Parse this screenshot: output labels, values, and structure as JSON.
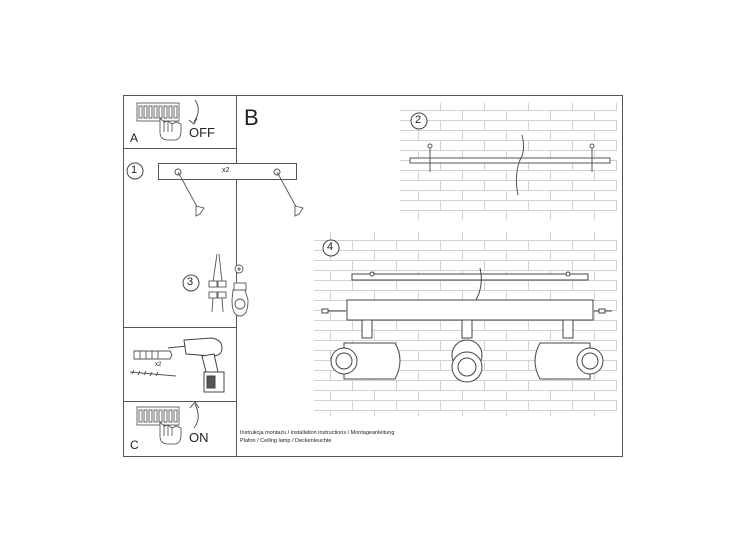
{
  "panel_a": {
    "letter": "A",
    "action": "OFF"
  },
  "panel_b": {
    "letter": "B"
  },
  "panel_c": {
    "letter": "C",
    "action": "ON"
  },
  "steps": {
    "step1": {
      "number": "1",
      "multiplier": "x2"
    },
    "step2": {
      "number": "2"
    },
    "step3": {
      "number": "3"
    },
    "step4": {
      "number": "4"
    },
    "drill": {
      "multiplier": "x2"
    }
  },
  "footer": {
    "line1": "Instrukcja montażu / installation instructions / Montageanleitung",
    "line2": "Plafon / Ceiling lamp / Deckenleuchte"
  },
  "icons": [
    "fuse-box-icon",
    "hand-icon",
    "switch-arrow-icon",
    "screw-icon",
    "dowel-icon",
    "drill-icon",
    "wire-connector-icon",
    "ground-icon",
    "spotlight-icon"
  ]
}
